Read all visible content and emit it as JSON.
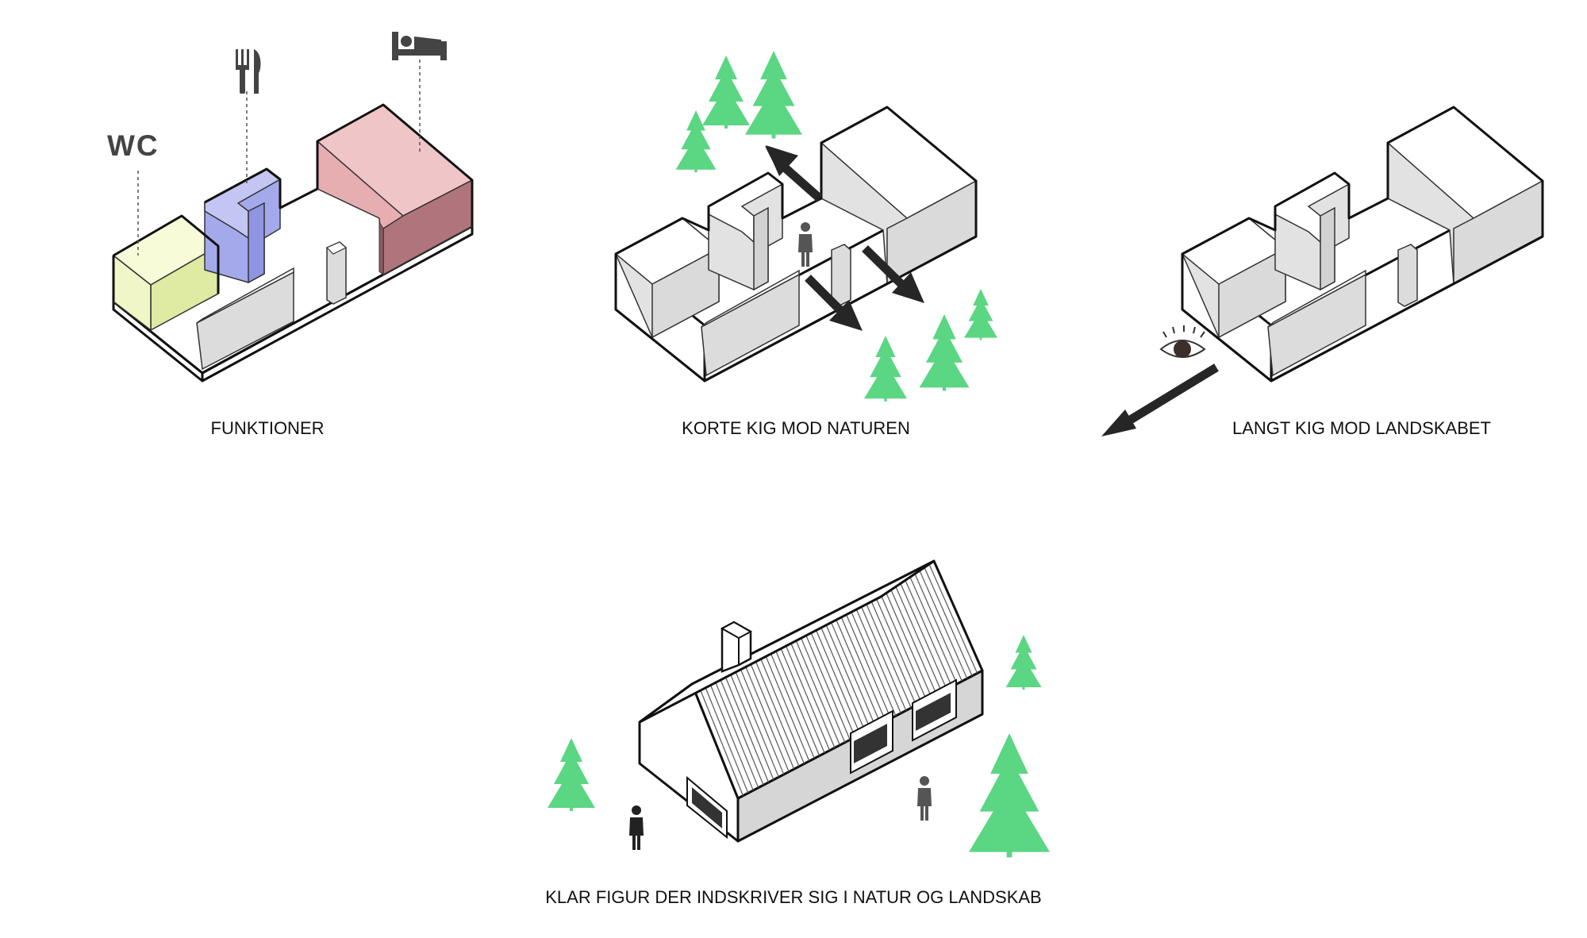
{
  "diagrams": [
    {
      "caption": "FUNKTIONER",
      "label_wc": "WC"
    },
    {
      "caption": "KORTE KIG MOD NATUREN"
    },
    {
      "caption": "LANGT KIG MOD LANDSKABET"
    },
    {
      "caption": "KLAR FIGUR DER INDSKRIVER SIG I NATUR OG LANDSKAB"
    }
  ],
  "icons": [
    "cutlery-icon",
    "bed-icon",
    "eye-icon",
    "person-icon",
    "tree-icon",
    "arrow-icon"
  ],
  "colors": {
    "wc_volume": "#eef5b8",
    "kitchen_volume": "#9ea3e8",
    "bedroom_volume": "#d99fa4",
    "tree": "#5bd683",
    "wall": "#d9d9d9",
    "line": "#111111",
    "arrow": "#262626"
  }
}
